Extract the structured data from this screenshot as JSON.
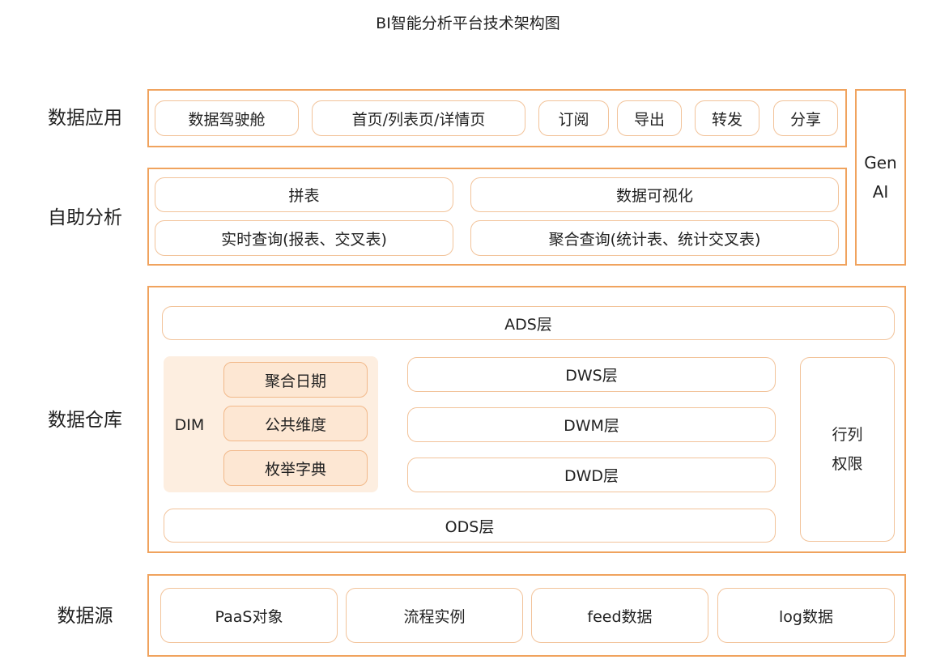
{
  "title": "BI智能分析平台技术架构图",
  "rows": {
    "app": {
      "label": "数据应用",
      "items": [
        "数据驾驶舱",
        "首页/列表页/详情页",
        "订阅",
        "导出",
        "转发",
        "分享"
      ]
    },
    "analysis": {
      "label": "自助分析",
      "items": [
        "拼表",
        "数据可视化",
        "实时查询(报表、交叉表)",
        "聚合查询(统计表、统计交叉表)"
      ]
    },
    "warehouse": {
      "label": "数据仓库",
      "ads": "ADS层",
      "dim": {
        "label": "DIM",
        "items": [
          "聚合日期",
          "公共维度",
          "枚举字典"
        ]
      },
      "dws": "DWS层",
      "dwm": "DWM层",
      "dwd": "DWD层",
      "ods": "ODS层",
      "permission": {
        "line1": "行列",
        "line2": "权限"
      }
    },
    "source": {
      "label": "数据源",
      "items": [
        "PaaS对象",
        "流程实例",
        "feed数据",
        "log数据"
      ]
    }
  },
  "genai": {
    "line1": "Gen",
    "line2": "AI"
  },
  "colors": {
    "border": "#f0a35e",
    "box_border": "#f2c39a",
    "dim_panel": "#fdeee0",
    "dim_box": "#fde7d3"
  }
}
